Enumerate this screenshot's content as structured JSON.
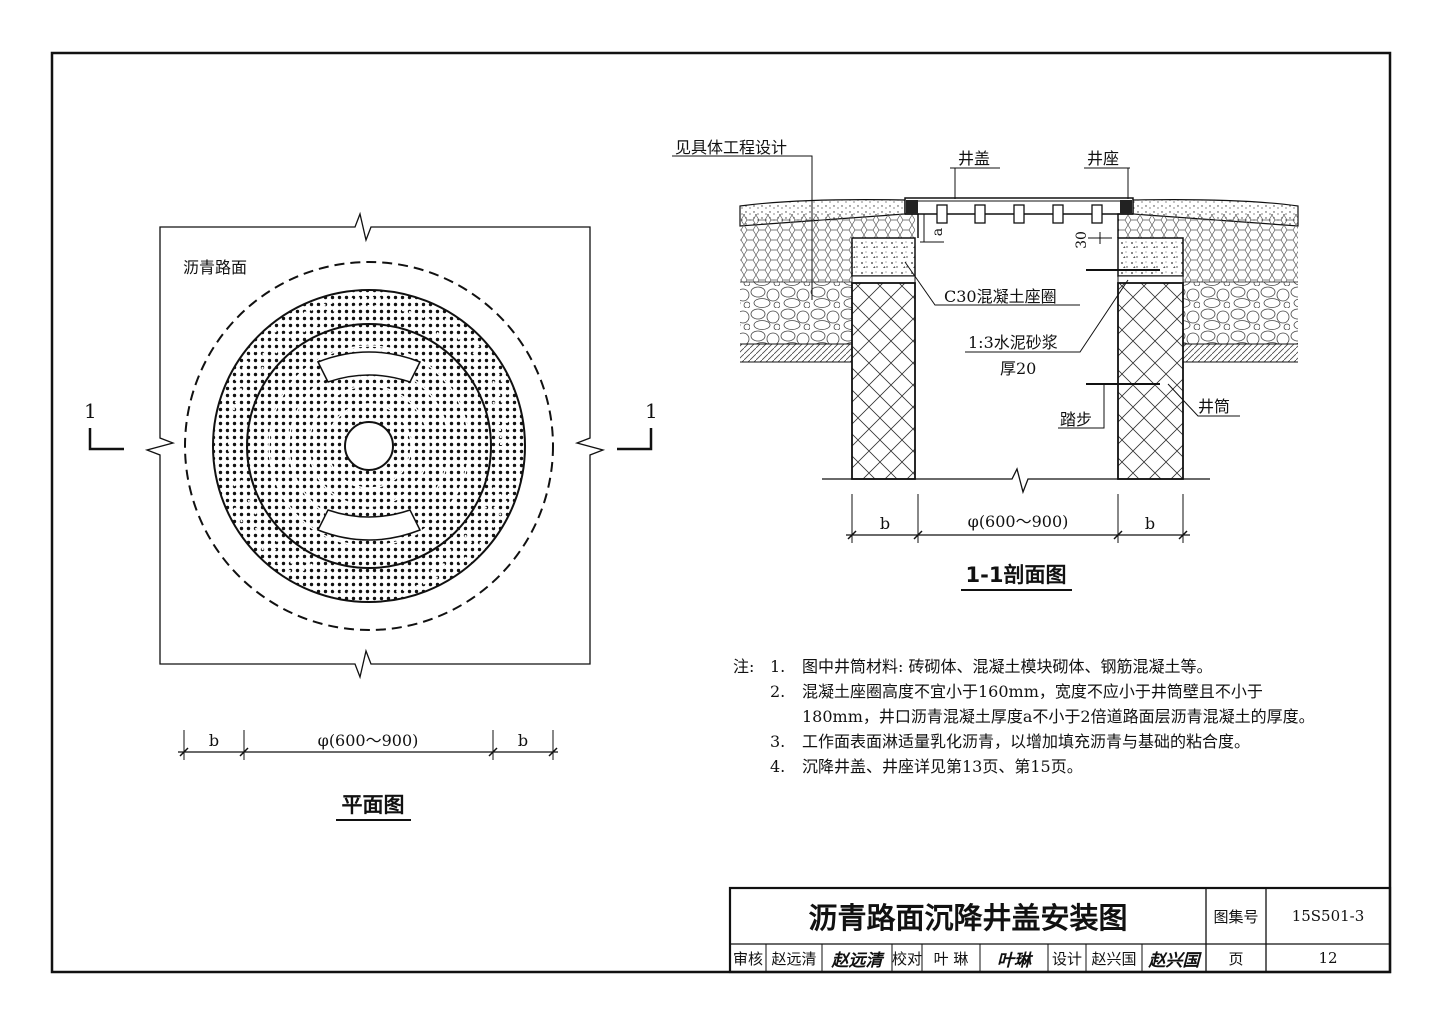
{
  "plan_view": {
    "surface_label": "沥青路面",
    "section_mark_left": "1",
    "section_mark_right": "1",
    "dim_b_left": "b",
    "dim_diameter": "φ(600～900)",
    "dim_b_right": "b",
    "caption": "平面图"
  },
  "section_view": {
    "label_design": "见具体工程设计",
    "label_cover": "井盖",
    "label_seat": "井座",
    "label_a": "a",
    "label_30": "30",
    "label_concrete_ring": "C30混凝土座圈",
    "label_mortar": "1:3水泥砂浆",
    "label_mortar_thickness": "厚20",
    "label_step": "踏步",
    "label_shaft": "井筒",
    "dim_b_left": "b",
    "dim_diameter": "φ(600～900)",
    "dim_b_right": "b",
    "caption": "1-1剖面图"
  },
  "notes": {
    "lead": "注:",
    "items": [
      {
        "num": "1.",
        "text": "图中井筒材料: 砖砌体、混凝土模块砌体、钢筋混凝土等。"
      },
      {
        "num": "2.",
        "text": "混凝土座圈高度不宜小于160mm，宽度不应小于井筒壁且不小于180mm，井口沥青混凝土厚度a不小于2倍道路面层沥青混凝土的厚度。"
      },
      {
        "num": "3.",
        "text": "工作面表面淋适量乳化沥青，以增加填充沥青与基础的粘合度。"
      },
      {
        "num": "4.",
        "text": "沉降井盖、井座详见第13页、第15页。"
      }
    ]
  },
  "title_block": {
    "title": "沥青路面沉降井盖安装图",
    "atlas_label": "图集号",
    "atlas_number": "15S501-3",
    "page_label": "页",
    "page_number": "12",
    "review_label": "审核",
    "review_name": "赵远清",
    "review_sign": "赵远清",
    "check_label": "校对",
    "check_name": "叶 琳",
    "check_sign": "叶琳",
    "design_label": "设计",
    "design_name": "赵兴国",
    "design_sign": "赵兴国"
  }
}
